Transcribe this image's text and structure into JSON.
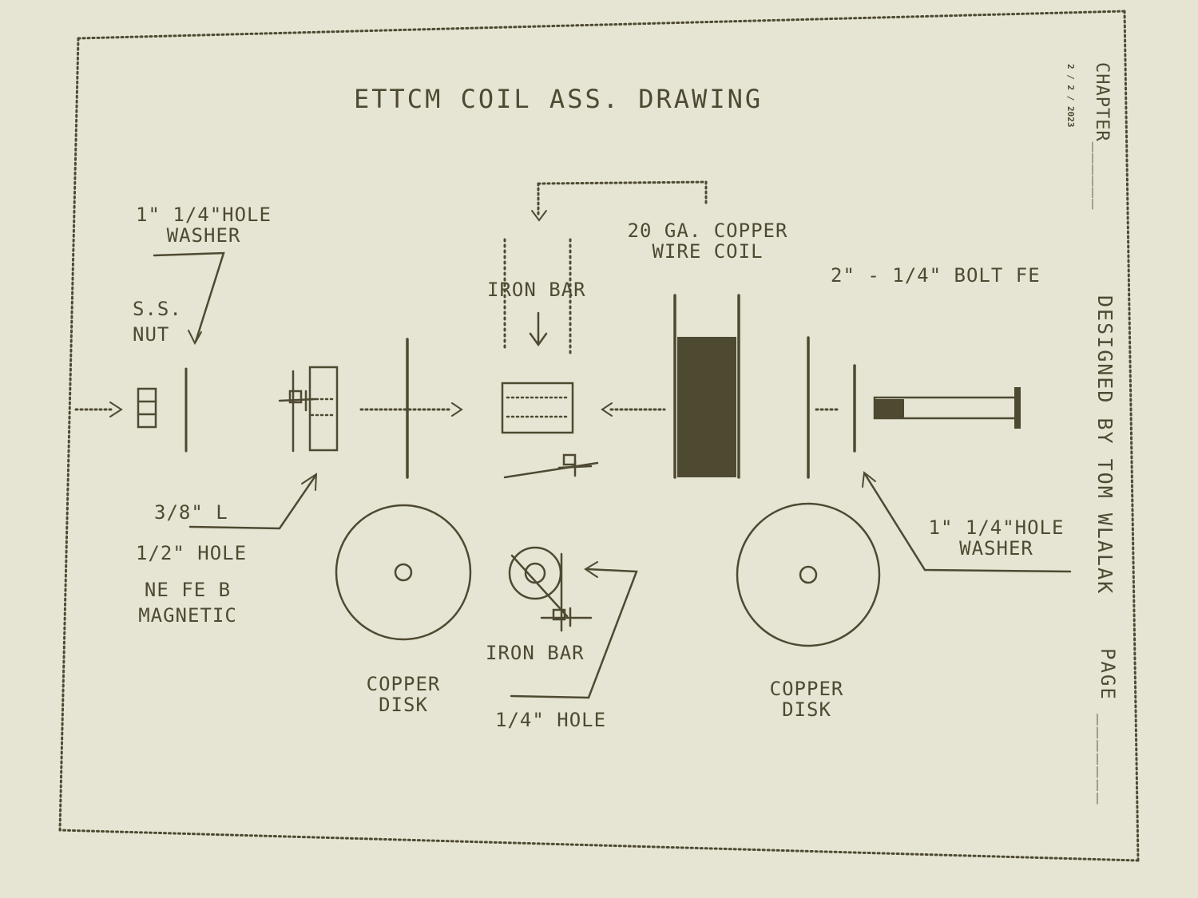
{
  "title": "ETTCM COIL ASS. DRAWING",
  "side": {
    "chapter": "CHAPTER______",
    "date": "2 / 2 / 2023",
    "designed_by": "DESIGNED BY TOM WLALAK",
    "page": "PAGE _______"
  },
  "labels": {
    "washer_left_line1": "1\" 1/4\"HOLE",
    "washer_left_line2": "WASHER",
    "ss_nut_line1": "S.S.",
    "ss_nut_line2": "NUT",
    "iron_bar_top": "IRON BAR",
    "wire_coil_line1": "20 GA. COPPER",
    "wire_coil_line2": "WIRE COIL",
    "bolt": "2\" - 1/4\" BOLT FE",
    "magnet_length": "3/8\" L",
    "magnet_hole": "1/2\" HOLE",
    "magnet_material_line1": "NE FE B",
    "magnet_material_line2": "MAGNETIC",
    "copper_disk_left_line1": "COPPER",
    "copper_disk_left_line2": "DISK",
    "iron_bar_bottom": "IRON BAR",
    "quarter_hole": "1/4\" HOLE",
    "copper_disk_right_line1": "COPPER",
    "copper_disk_right_line2": "DISK",
    "washer_right_line1": "1\" 1/4\"HOLE",
    "washer_right_line2": "WASHER"
  },
  "colors": {
    "paper": "#e6e4d3",
    "ink": "#4e4a32"
  }
}
